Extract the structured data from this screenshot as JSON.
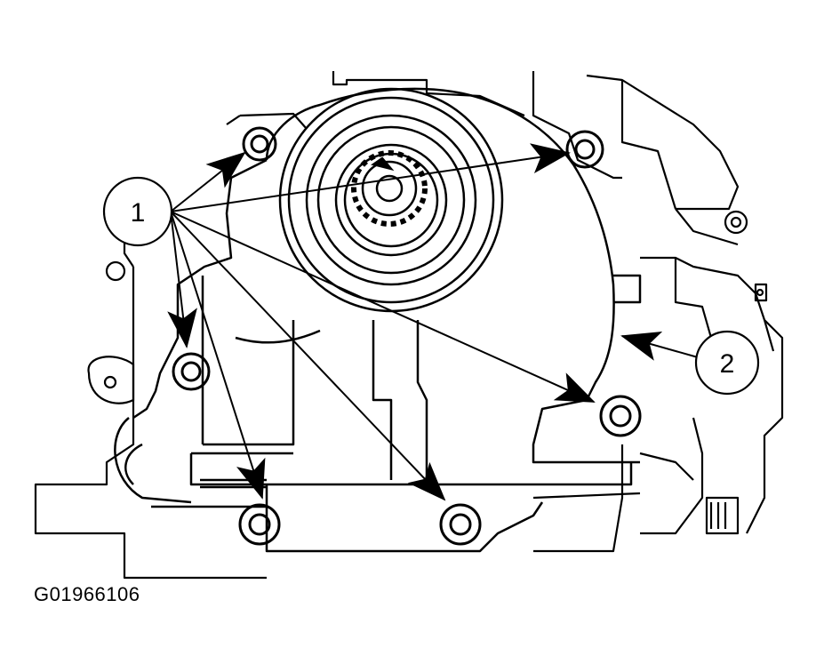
{
  "diagram": {
    "callouts": [
      {
        "label": "1"
      },
      {
        "label": "2"
      }
    ],
    "figure_id": "G01966106",
    "colors": {
      "ink": "#000000",
      "paper": "#ffffff"
    }
  }
}
